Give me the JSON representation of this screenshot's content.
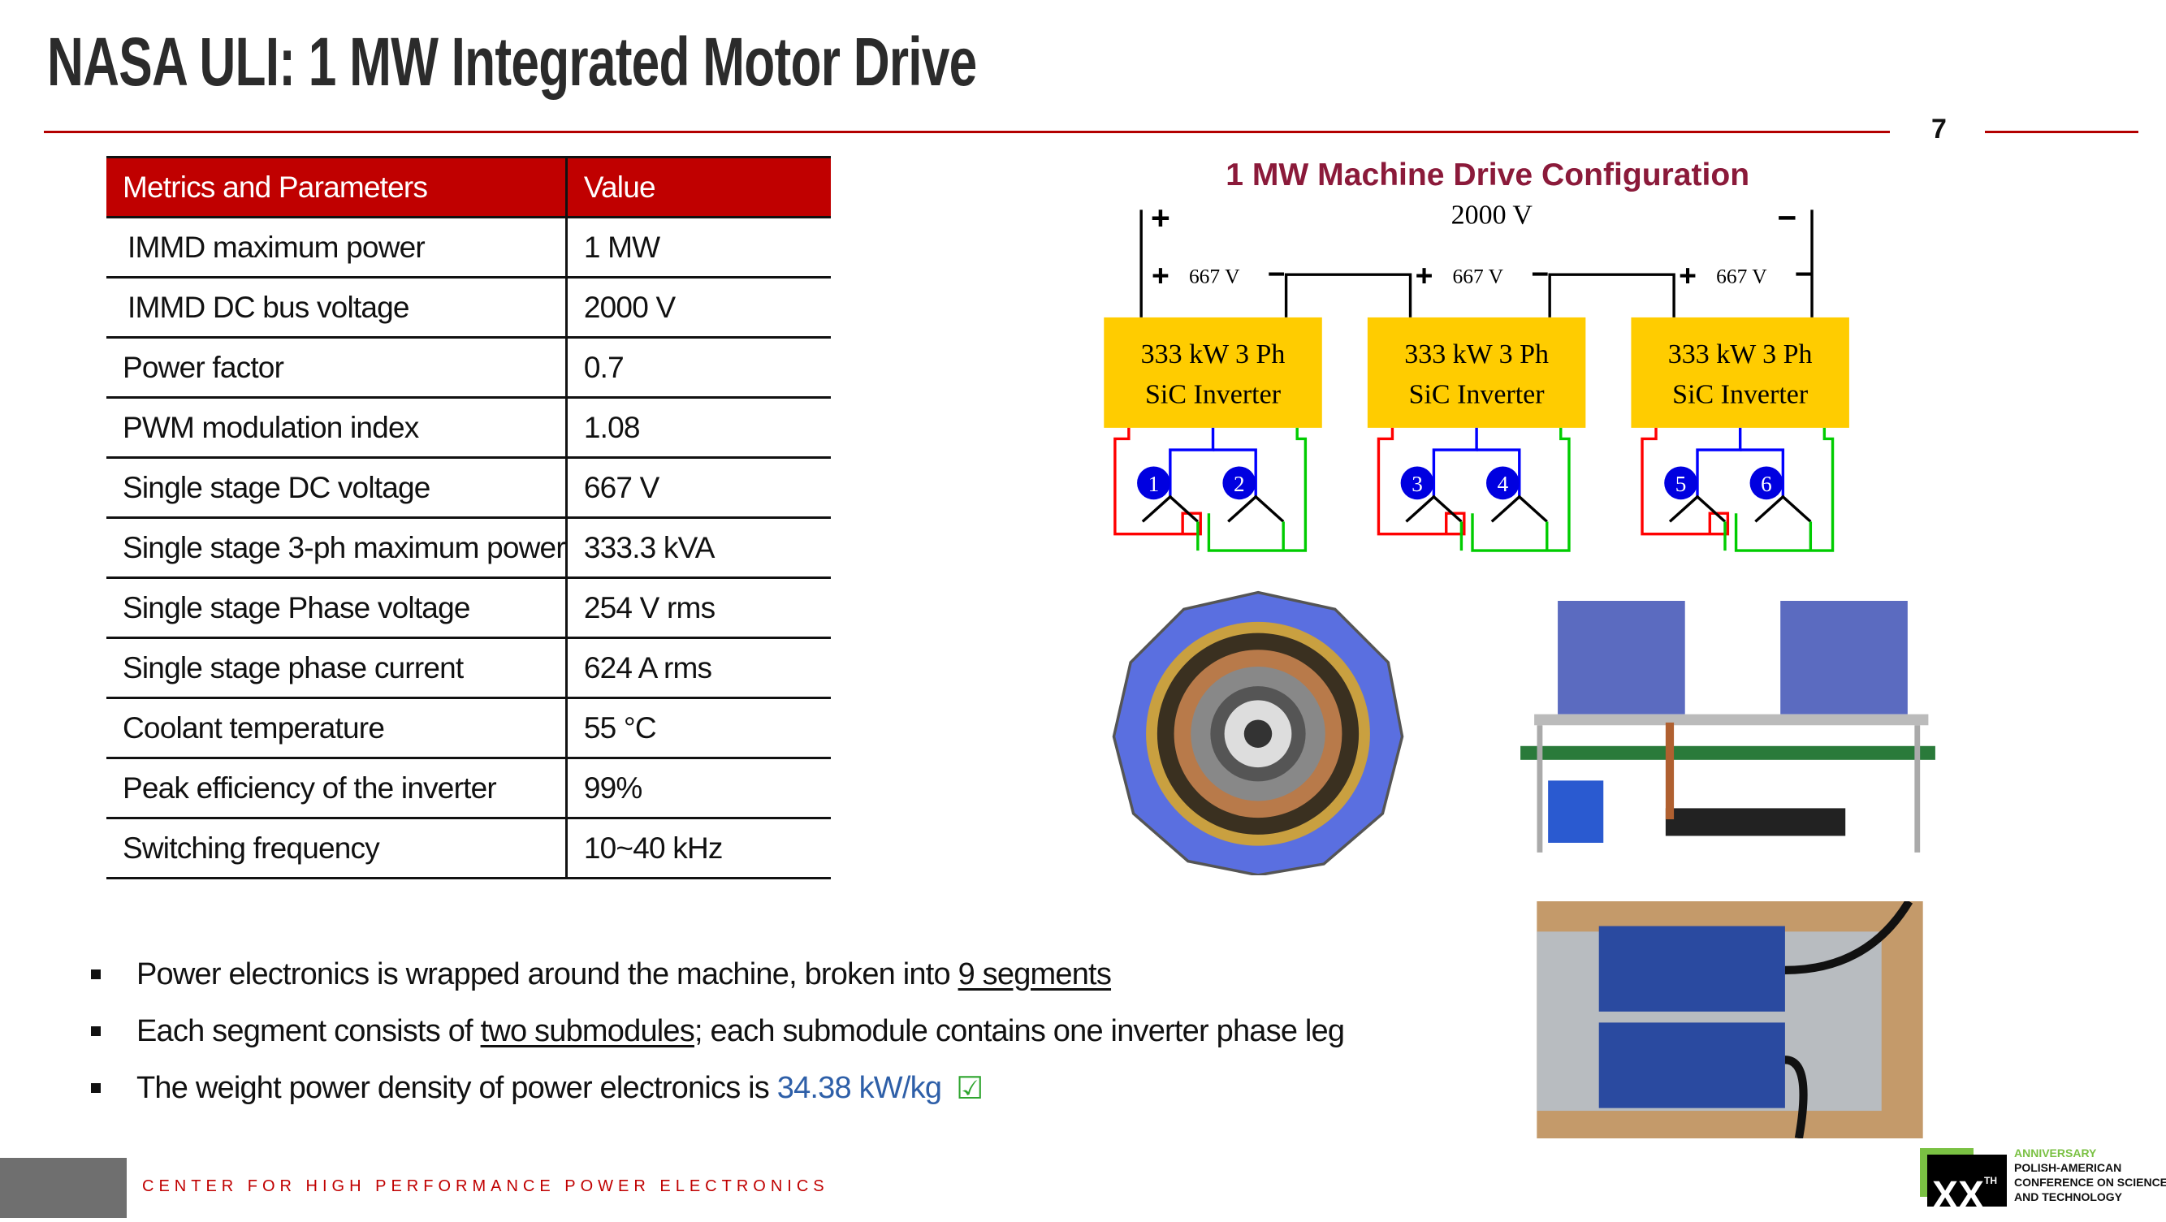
{
  "title": "NASA ULI: 1 MW Integrated Motor Drive",
  "page_number": "7",
  "table": {
    "headers": [
      "Metrics and Parameters",
      "Value"
    ],
    "rows": [
      [
        "IMMD maximum power",
        "1 MW"
      ],
      [
        "IMMD DC bus voltage",
        "2000 V"
      ],
      [
        "Power factor",
        "0.7"
      ],
      [
        "PWM  modulation index",
        "1.08"
      ],
      [
        "Single stage DC voltage",
        "667 V"
      ],
      [
        "Single stage 3-ph maximum power",
        "333.3 kVA"
      ],
      [
        "Single stage Phase voltage",
        "254 V rms"
      ],
      [
        "Single stage phase current",
        "624 A rms"
      ],
      [
        "Coolant temperature",
        "55 °C"
      ],
      [
        "Peak efficiency of the inverter",
        "99%"
      ],
      [
        "Switching frequency",
        "10~40 kHz"
      ]
    ]
  },
  "diagram": {
    "title": "1 MW Machine Drive Configuration",
    "bus_voltage": "2000 V",
    "plus": "+",
    "minus": "−",
    "stage_voltage": "667 V",
    "inverter_line1": "333 kW 3 Ph",
    "inverter_line2": "SiC Inverter",
    "winding_labels": [
      "1",
      "2",
      "3",
      "4",
      "5",
      "6"
    ],
    "colors": {
      "box": "#ffcc00",
      "title": "#8b1a3a",
      "phase_a": "#ff0000",
      "phase_b": "#0000ff",
      "phase_c": "#00cc00",
      "node": "#0000e0"
    }
  },
  "bullets": {
    "b1_pre": "Power electronics is wrapped around the machine, broken into ",
    "b1_u": "9 segments",
    "b2_pre": "Each segment consists of ",
    "b2_u": "two submodules",
    "b2_post": "; each submodule contains one inverter phase leg",
    "b3_pre": "The weight power density of power electronics is ",
    "b3_value": "34.38 kW/kg",
    "b3_check": "☑"
  },
  "footer": {
    "text": "CENTER FOR HIGH PERFORMANCE POWER ELECTRONICS"
  },
  "logo": {
    "mark": "XX",
    "sup": "TH",
    "line1": "ANNIVERSARY",
    "line2": "POLISH-AMERICAN",
    "line3": "CONFERENCE ON SCIENCE",
    "line4": "AND TECHNOLOGY"
  }
}
